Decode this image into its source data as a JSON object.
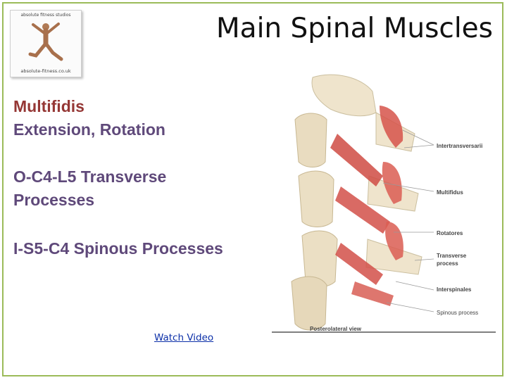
{
  "slide": {
    "title": "Main Spinal Muscles",
    "muscle_name": "Multifidis",
    "action": "Extension, Rotation",
    "origin_line1": "O-C4-L5 Transverse",
    "origin_line2": "Processes",
    "insertion": "I-S5-C4 Spinous Processes",
    "video_link": "Watch Video"
  },
  "logo": {
    "top_text": "absolute fitness studios",
    "bottom_text": "absolute-fitness.co.uk"
  },
  "illustration": {
    "labels": [
      "Intertransversarii",
      "Multifidus",
      "Rotatores",
      "Transverse",
      "process",
      "Interspinales",
      "Spinous process"
    ],
    "caption": "Posterolateral view"
  },
  "colors": {
    "frame": "#9bbb59",
    "muscle_name": "#953735",
    "body_text": "#5f497a",
    "link": "#0b2fa8"
  }
}
